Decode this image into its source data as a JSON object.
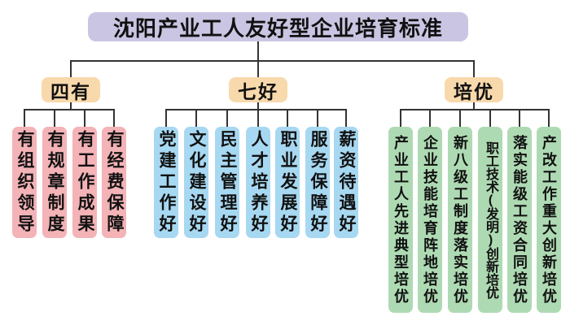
{
  "title": "沈阳产业工人友好型企业培育标准",
  "colors": {
    "title_bg": "#cac5e2",
    "header_bg": "#f8d9ac",
    "pink": "#f3b3b7",
    "blue": "#a7d8f1",
    "green": "#aedab3",
    "line": "#333333",
    "text": "#111111",
    "background": "#ffffff"
  },
  "branches": [
    {
      "label": "四有",
      "color": "pink",
      "items": [
        "有组织领导",
        "有规章制度",
        "有工作成果",
        "有经费保障"
      ]
    },
    {
      "label": "七好",
      "color": "blue",
      "items": [
        "党建工作好",
        "文化建设好",
        "民主管理好",
        "人才培养好",
        "职业发展好",
        "服务保障好",
        "薪资待遇好"
      ]
    },
    {
      "label": "培优",
      "color": "green",
      "items": [
        "产业工人先进典型培优",
        "企业技能培育阵地培优",
        "新八级工制度落实培优",
        "职工技术(发明)创新培优",
        "落实能级工资合同培优",
        "产改工作重大创新培优"
      ]
    }
  ]
}
